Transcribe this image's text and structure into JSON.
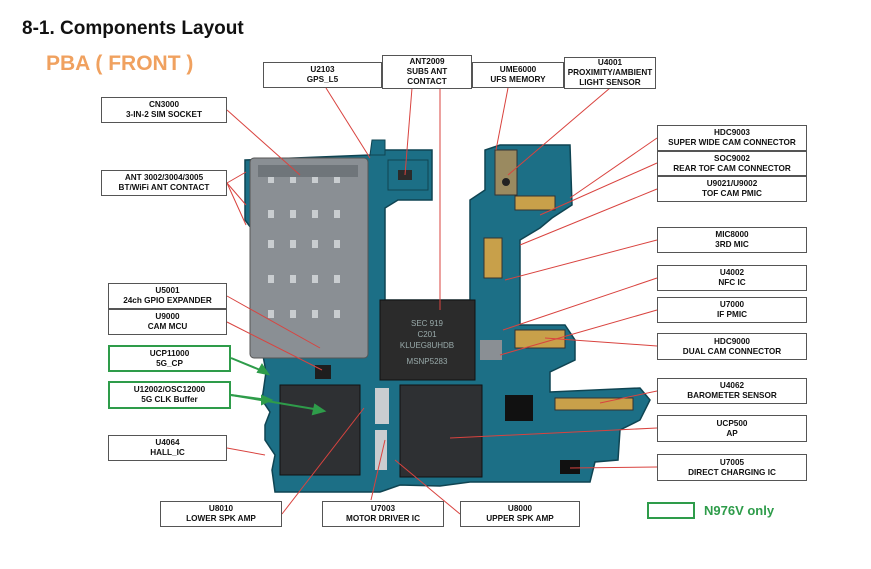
{
  "title": "8-1. Components Layout",
  "subtitle": "PBA ( FRONT )",
  "chips": {
    "main_ap_line1": "SEC 919",
    "main_ap_line2": "C201",
    "main_ap_line3": "KLUEG8UHDB",
    "main_ap_line4": "MSNP5283"
  },
  "labels": {
    "u2103": {
      "line1": "U2103",
      "line2": "GPS_L5"
    },
    "ant2009": {
      "line1": "ANT2009",
      "line2": "SUB5 ANT",
      "line3": "CONTACT"
    },
    "ume6000": {
      "line1": "UME6000",
      "line2": "UFS MEMORY"
    },
    "u4001": {
      "line1": "U4001",
      "line2": "PROXIMITY/AMBIENT",
      "line3": "LIGHT SENSOR"
    },
    "cn3000": {
      "line1": "CN3000",
      "line2": "3-IN-2 SIM SOCKET"
    },
    "ant3002": {
      "line1": "ANT 3002/3004/3005",
      "line2": "BT/WiFi ANT CONTACT"
    },
    "hdc9003": {
      "line1": "HDC9003",
      "line2": "SUPER WIDE CAM CONNECTOR"
    },
    "soc9002": {
      "line1": "SOC9002",
      "line2": "REAR TOF CAM CONNECTOR"
    },
    "u9021": {
      "line1": "U9021/U9002",
      "line2": "TOF CAM PMIC"
    },
    "mic8000": {
      "line1": "MIC8000",
      "line2": "3RD MIC"
    },
    "u4002": {
      "line1": "U4002",
      "line2": "NFC IC"
    },
    "u7000": {
      "line1": "U7000",
      "line2": "IF PMIC"
    },
    "hdc9000": {
      "line1": "HDC9000",
      "line2": "DUAL CAM CONNECTOR"
    },
    "u4062": {
      "line1": "U4062",
      "line2": "BAROMETER SENSOR"
    },
    "ucp500": {
      "line1": "UCP500",
      "line2": "AP"
    },
    "u7005": {
      "line1": "U7005",
      "line2": "DIRECT CHARGING IC"
    },
    "u5001": {
      "line1": "U5001",
      "line2": "24ch GPIO EXPANDER"
    },
    "u9000": {
      "line1": "U9000",
      "line2": "CAM MCU"
    },
    "ucp11000": {
      "line1": "UCP11000",
      "line2": "5G_CP"
    },
    "u12002": {
      "line1": "U12002/OSC12000",
      "line2": "5G CLK Buffer"
    },
    "u4064": {
      "line1": "U4064",
      "line2": "HALL_IC"
    },
    "u8010": {
      "line1": "U8010",
      "line2": "LOWER SPK AMP"
    },
    "u7003": {
      "line1": "U7003",
      "line2": "MOTOR DRIVER IC"
    },
    "u8000": {
      "line1": "U8000",
      "line2": "UPPER SPK AMP"
    }
  },
  "legend": {
    "text": "N976V only"
  },
  "colors": {
    "board": "#1c6f86",
    "board_dark": "#12505f",
    "shield": "#8a8f94",
    "chip": "#2b2b2b",
    "leader": "#d9433f",
    "green": "#2e9c4a",
    "subtitle": "#f0a15f"
  }
}
